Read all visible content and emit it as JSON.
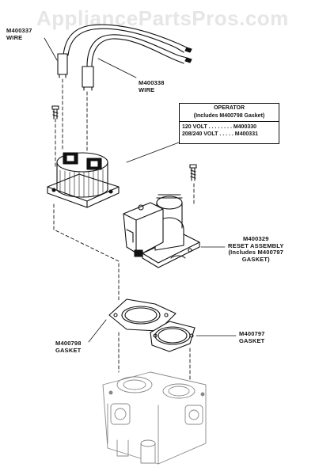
{
  "watermark": "AppliancePartsPros.com",
  "labels": {
    "wire1": {
      "part": "M400337",
      "name": "WIRE"
    },
    "wire2": {
      "part": "M400338",
      "name": "WIRE"
    },
    "operator": {
      "title": "OPERATOR",
      "note": "(Includes M400798 Gasket)",
      "rows": [
        "120 VOLT . . . . . . . . M400330",
        "208/240 VOLT . . . . . M400331"
      ]
    },
    "reset": {
      "part": "M400329",
      "line1": "RESET ASSEMBLY",
      "line2": "(Includes M400797",
      "line3": "GASKET)"
    },
    "gasket1": {
      "part": "M400798",
      "name": "GASKET"
    },
    "gasket2": {
      "part": "M400797",
      "name": "GASKET"
    }
  }
}
